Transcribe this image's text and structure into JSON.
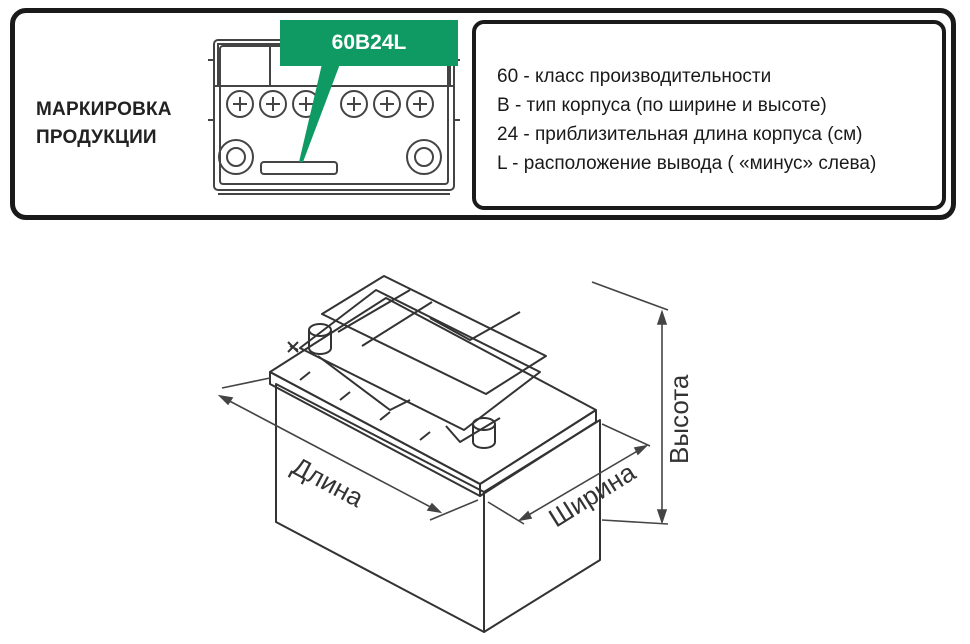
{
  "panel": {
    "title_line1": "МАРКИРОВКА",
    "title_line2": "ПРОДУКЦИИ",
    "code": "60B24L",
    "accent_color": "#0f9a63",
    "legend": [
      "60 - класс производительности",
      "B - тип корпуса (по ширине и высоте)",
      "24 - приблизительная длина корпуса (см)",
      "L - расположение вывода ( «минус» слева)"
    ]
  },
  "diagram": {
    "length_label": "Длина",
    "width_label": "Ширина",
    "height_label": "Высота"
  }
}
